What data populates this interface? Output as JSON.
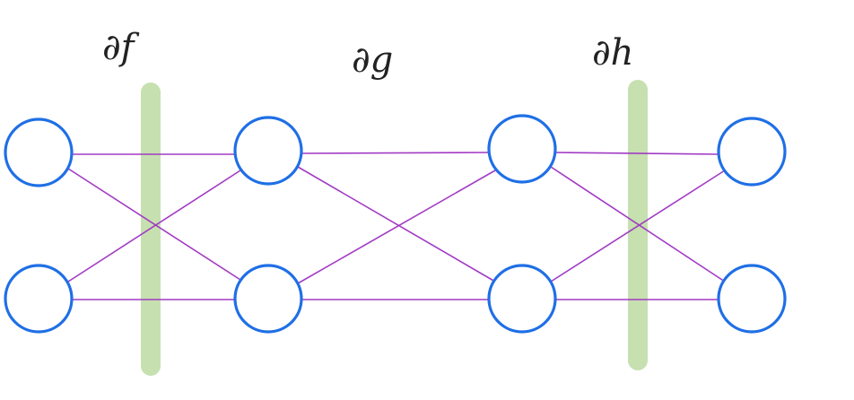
{
  "labels": {
    "f": "∂f",
    "g": "∂g",
    "h": "∂h"
  },
  "colors": {
    "node_stroke": "#1f6fe6",
    "edge": "#a23bc4",
    "divider": "#c6e0b0"
  },
  "network": {
    "layers": 4,
    "nodes_per_layer": 2,
    "connectivity": "fully-connected"
  }
}
